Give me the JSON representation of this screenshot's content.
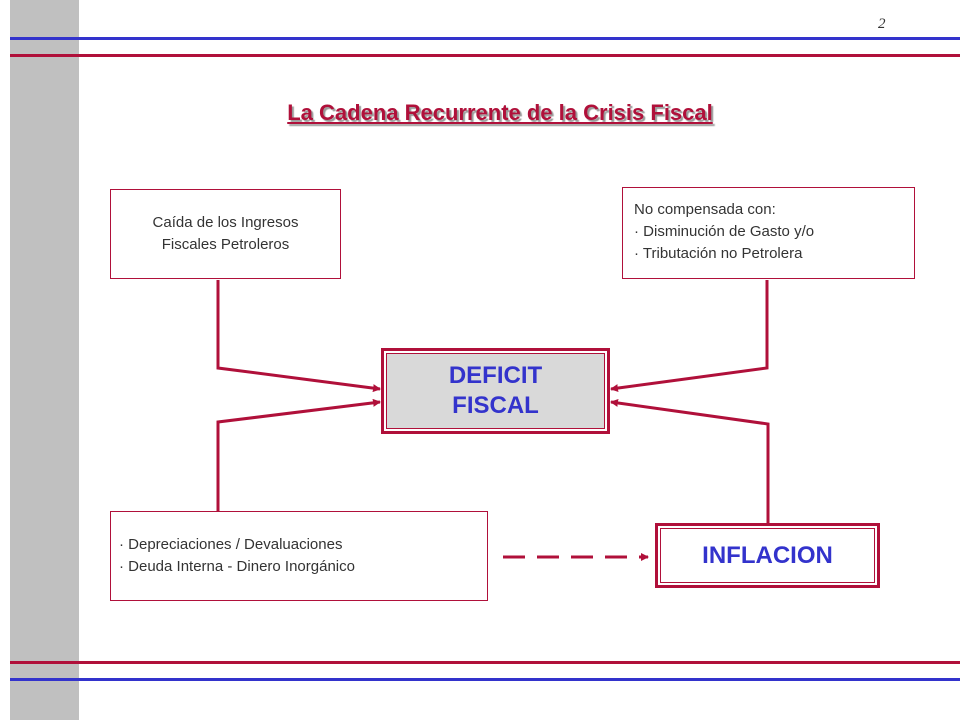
{
  "page_number": "2",
  "title": "La Cadena Recurrente de la Crisis Fiscal",
  "boxes": {
    "top_left": {
      "lines": [
        "Caída de los Ingresos",
        "Fiscales Petroleros"
      ]
    },
    "top_right": {
      "lines": [
        "No compensada con:",
        "· Disminución de Gasto y/o",
        "· Tributación no Petrolera"
      ]
    },
    "center": {
      "lines": [
        "DEFICIT",
        "FISCAL"
      ]
    },
    "bottom_left": {
      "lines": [
        "· Depreciaciones / Devaluaciones",
        "· Deuda Interna - Dinero Inorgánico"
      ]
    },
    "bottom_right": {
      "label": "INFLACION"
    }
  },
  "colors": {
    "accent_red": "#b0103a",
    "accent_blue": "#3333cc",
    "sidebar_gray": "#c0c0c0",
    "center_fill": "#d9d9d9"
  }
}
